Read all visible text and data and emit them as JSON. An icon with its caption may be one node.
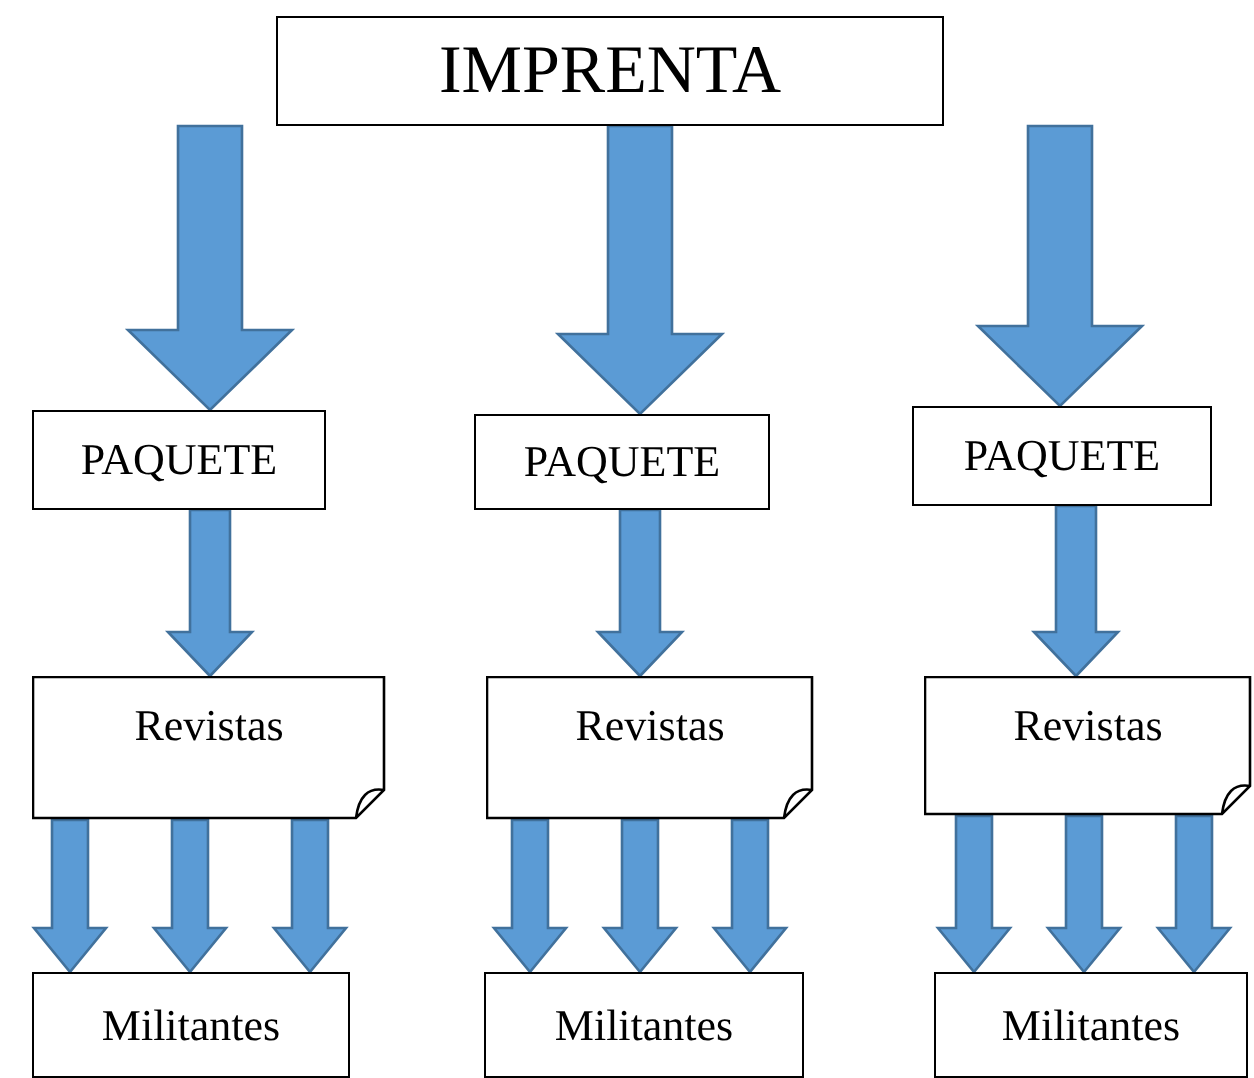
{
  "diagram": {
    "nodes": [
      {
        "text": [
          "IMPRENTA"
        ]
      },
      {
        "text": [
          "PAQUETE"
        ]
      },
      {
        "text": [
          "PAQUETE"
        ]
      },
      {
        "text": [
          "PAQUETE"
        ]
      },
      {
        "text": [
          "Revistas"
        ]
      },
      {
        "text": [
          "Revistas"
        ]
      },
      {
        "text": [
          "Revistas"
        ]
      },
      {
        "text": [
          "Militantes"
        ]
      },
      {
        "text": [
          "Militantes"
        ]
      },
      {
        "text": [
          "Militantes"
        ]
      }
    ],
    "edges": [
      {
        "from": 0,
        "to": 1,
        "arrow": "to",
        "style": "thick"
      },
      {
        "from": 0,
        "to": 2,
        "arrow": "to",
        "style": "thick"
      },
      {
        "from": 0,
        "to": 3,
        "arrow": "to",
        "style": "thick"
      },
      {
        "from": 1,
        "to": 4,
        "arrow": "to",
        "style": "thick"
      },
      {
        "from": 2,
        "to": 5,
        "arrow": "to",
        "style": "thick"
      },
      {
        "from": 3,
        "to": 6,
        "arrow": "to",
        "style": "thick"
      },
      {
        "from": 4,
        "to": 7,
        "arrow": "to",
        "style": "thick"
      },
      {
        "from": 4,
        "to": 7,
        "arrow": "to",
        "style": "thick"
      },
      {
        "from": 4,
        "to": 7,
        "arrow": "to",
        "style": "thick"
      },
      {
        "from": 5,
        "to": 8,
        "arrow": "to",
        "style": "thick"
      },
      {
        "from": 5,
        "to": 8,
        "arrow": "to",
        "style": "thick"
      },
      {
        "from": 5,
        "to": 8,
        "arrow": "to",
        "style": "thick"
      },
      {
        "from": 6,
        "to": 9,
        "arrow": "to",
        "style": "thick"
      },
      {
        "from": 6,
        "to": 9,
        "arrow": "to",
        "style": "thick"
      },
      {
        "from": 6,
        "to": 9,
        "arrow": "to",
        "style": "thick"
      }
    ]
  }
}
